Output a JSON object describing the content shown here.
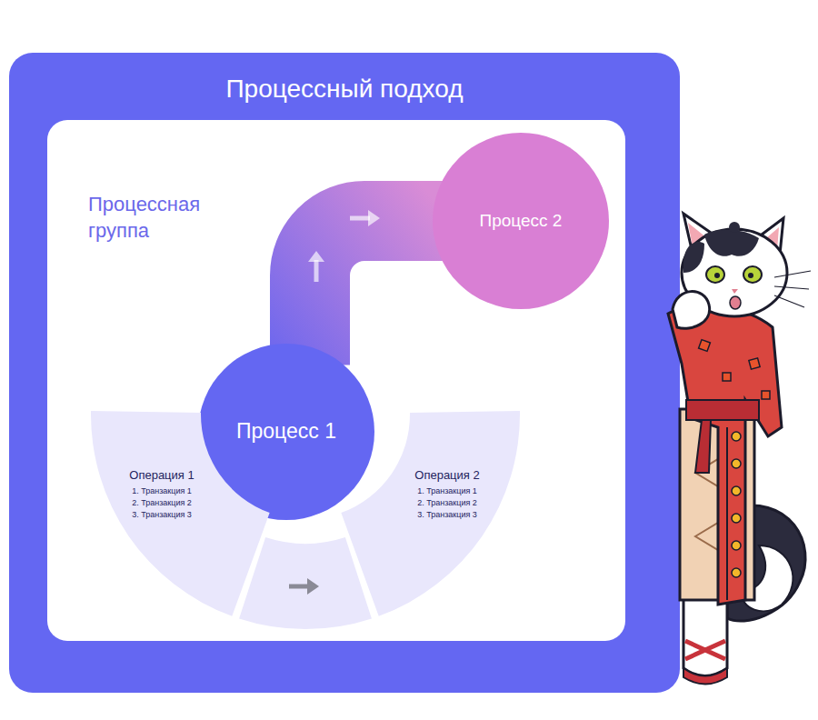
{
  "diagram": {
    "title": "Процессный подход",
    "nodes": [
      {
        "text": [
          "Процессная группа"
        ]
      },
      {
        "text": [
          "Процесс 1"
        ],
        "in": 0
      },
      {
        "text": [
          "Процесс 2"
        ],
        "in": 0
      },
      {
        "text": [
          "Операция 1",
          "1. Транзакция 1",
          "2. Транзакция 2",
          "3. Транзакция 3"
        ],
        "in": 0
      },
      {
        "text": [
          "Операция 2",
          "1. Транзакция 1",
          "2. Транзакция 2",
          "3. Транзакция 3"
        ],
        "in": 0
      }
    ],
    "edges": [
      {
        "from": 1,
        "to": 2,
        "arrow": "to"
      },
      {
        "from": 3,
        "to": 4,
        "arrow": "to"
      }
    ]
  }
}
